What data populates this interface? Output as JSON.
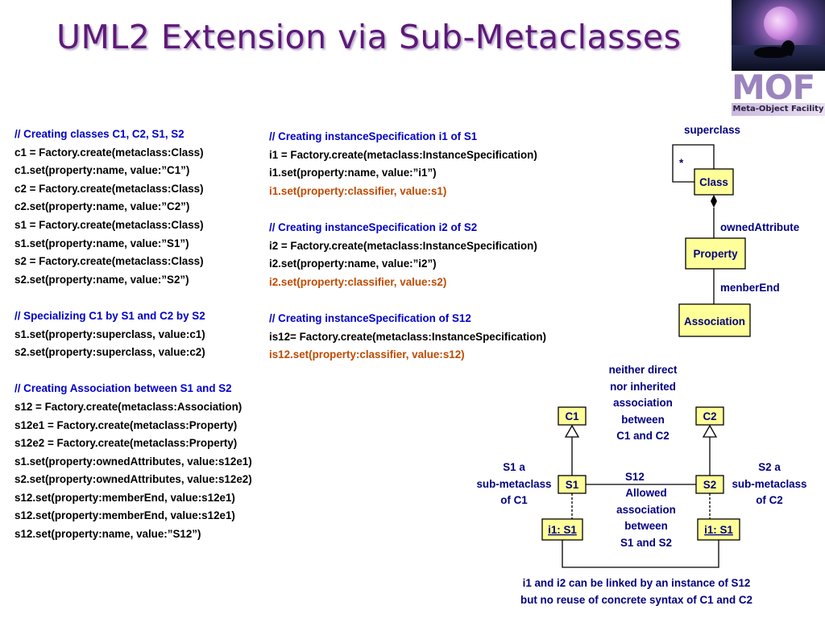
{
  "title": "UML2 Extension via Sub-Metaclasses",
  "logo": {
    "letters": "MOF",
    "caption": "Meta-Object Facility",
    "photo_icon": "orca-moon-photo"
  },
  "code_left": [
    {
      "text": "// Creating classes C1, C2, S1, S2",
      "style": "comment"
    },
    {
      "text": "c1 = Factory.create(metaclass:Class)",
      "style": "normal"
    },
    {
      "text": "c1.set(property:name, value:”C1”)",
      "style": "normal"
    },
    {
      "text": "c2 = Factory.create(metaclass:Class)",
      "style": "normal"
    },
    {
      "text": "c2.set(property:name, value:”C2”)",
      "style": "normal"
    },
    {
      "text": "s1 = Factory.create(metaclass:Class)",
      "style": "normal"
    },
    {
      "text": "s1.set(property:name, value:”S1”)",
      "style": "normal"
    },
    {
      "text": "s2 = Factory.create(metaclass:Class)",
      "style": "normal"
    },
    {
      "text": "s2.set(property:name, value:”S2”)",
      "style": "normal"
    },
    {
      "text": "",
      "style": "gap"
    },
    {
      "text": "// Specializing C1 by S1 and C2 by S2",
      "style": "comment"
    },
    {
      "text": "s1.set(property:superclass, value:c1)",
      "style": "normal"
    },
    {
      "text": "s2.set(property:superclass, value:c2)",
      "style": "normal"
    },
    {
      "text": "",
      "style": "gap"
    },
    {
      "text": "// Creating Association between S1 and S2",
      "style": "comment"
    },
    {
      "text": "s12 = Factory.create(metaclass:Association)",
      "style": "normal"
    },
    {
      "text": "s12e1 = Factory.create(metaclass:Property)",
      "style": "normal"
    },
    {
      "text": "s12e2 = Factory.create(metaclass:Property)",
      "style": "normal"
    },
    {
      "text": "s1.set(property:ownedAttributes, value:s12e1)",
      "style": "normal"
    },
    {
      "text": "s2.set(property:ownedAttributes, value:s12e2)",
      "style": "normal"
    },
    {
      "text": "s12.set(property:memberEnd, value:s12e1)",
      "style": "normal"
    },
    {
      "text": "s12.set(property:memberEnd, value:s12e1)",
      "style": "normal"
    },
    {
      "text": "s12.set(property:name, value:”S12”)",
      "style": "normal"
    }
  ],
  "code_right": [
    {
      "text": "// Creating instanceSpecification i1 of S1",
      "style": "comment"
    },
    {
      "text": "i1 = Factory.create(metaclass:InstanceSpecification)",
      "style": "normal"
    },
    {
      "text": "i1.set(property:name, value:”i1”)",
      "style": "normal"
    },
    {
      "text": "i1.set(property:classifier, value:s1)",
      "style": "hl"
    },
    {
      "text": "",
      "style": "gap"
    },
    {
      "text": "// Creating instanceSpecification i2 of S2",
      "style": "comment"
    },
    {
      "text": "i2 = Factory.create(metaclass:InstanceSpecification)",
      "style": "normal"
    },
    {
      "text": "i2.set(property:name, value:”i2”)",
      "style": "normal"
    },
    {
      "text": "i2.set(property:classifier, value:s2)",
      "style": "hl"
    },
    {
      "text": "",
      "style": "gap"
    },
    {
      "text": "// Creating instanceSpecification of S12",
      "style": "comment"
    },
    {
      "text": "is12= Factory.create(metaclass:InstanceSpecification)",
      "style": "normal"
    },
    {
      "text": "is12.set(property:classifier, value:s12)",
      "style": "hl"
    }
  ],
  "metamodel": {
    "superclass_label": "superclass",
    "multiplicity": "*",
    "class_box": "Class",
    "owned_attribute_label": "ownedAttribute",
    "property_box": "Property",
    "member_end_label": "menberEnd",
    "association_box": "Association"
  },
  "model": {
    "c1": "C1",
    "c2": "C2",
    "s1": "S1",
    "s2": "S2",
    "i1_left": "i1: S1",
    "i1_right": "i1: S1",
    "s12_label": "S12",
    "neither_note": [
      "neither direct",
      "nor inherited",
      "association",
      "between",
      "C1 and C2"
    ],
    "allowed_note": [
      "Allowed",
      "association",
      "between",
      "S1 and S2"
    ],
    "s1_note": [
      "S1 a",
      "sub-metaclass",
      "of C1"
    ],
    "s2_note": [
      "S2  a",
      "sub-metaclass",
      "of C2"
    ],
    "bottom_note": [
      "i1 and i2 can be linked by an instance of S12",
      "but no reuse of concrete syntax of C1 and C2"
    ]
  },
  "colors": {
    "title": "#5c1a78",
    "comment": "#0000c8",
    "highlight": "#c04a00",
    "diagram_text": "#000080",
    "box_fill": "#ffff99",
    "box_stroke": "#000000"
  }
}
